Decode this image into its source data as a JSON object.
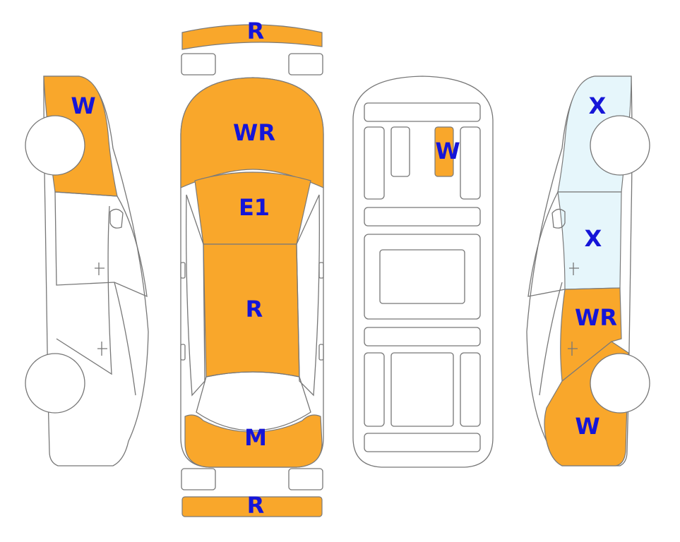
{
  "colors": {
    "damage_fill": "#F9A72B",
    "scratch_fill": "#E6F6FB",
    "label_text": "#1515D8",
    "outline": "#777777"
  },
  "views": {
    "left_side": {
      "front_fender": "W"
    },
    "top": {
      "front_bumper": "R",
      "hood": "WR",
      "windshield": "E1",
      "roof": "R",
      "trunk": "M",
      "rear_bumper": "R"
    },
    "underbody": {
      "front_center_panel": "W"
    },
    "right_side": {
      "front_fender": "X",
      "front_door": "X",
      "rear_door": "WR",
      "rear_quarter": "W"
    }
  }
}
